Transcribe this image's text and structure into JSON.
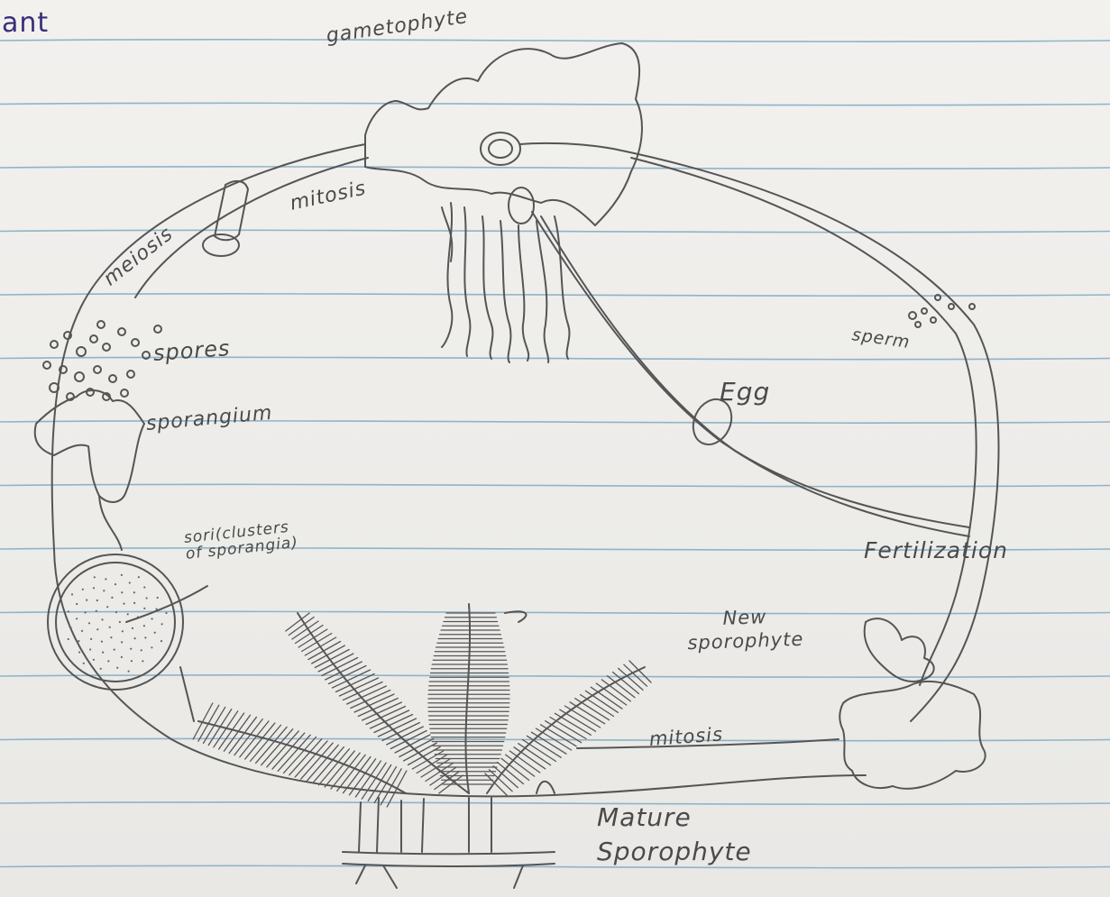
{
  "labels": {
    "corner": "ant",
    "gametophyte": "gametophyte",
    "mitosis_top": "mitosis",
    "meiosis": "meiosis",
    "spores": "spores",
    "sporangium": "sporangium",
    "sori_line1": "sori(clusters",
    "sori_line2": "of sporangia)",
    "sperm": "sperm",
    "egg": "Egg",
    "fertilization": "Fertilization",
    "new_sporophyte_line1": "New",
    "new_sporophyte_line2": "sporophyte",
    "mitosis_bottom": "mitosis",
    "mature_sporophyte_line1": "Mature",
    "mature_sporophyte_line2": "Sporophyte"
  },
  "colors": {
    "ruled_line": "#8fb3c9",
    "pencil": "#555555",
    "ink_corner": "#3a2f7a"
  }
}
